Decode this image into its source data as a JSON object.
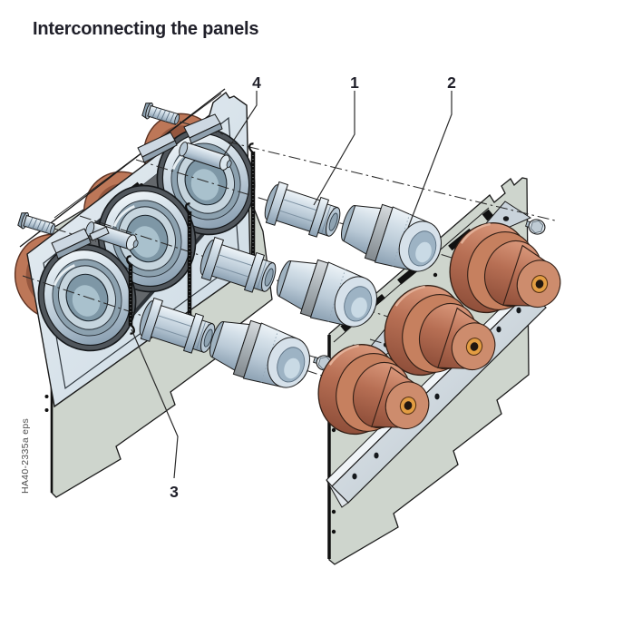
{
  "page": {
    "background": "#ffffff"
  },
  "header": {
    "title": "Interconnecting the panels"
  },
  "figure": {
    "code_label": "HA40-2335a eps",
    "callouts": [
      {
        "label": "1"
      },
      {
        "label": "2"
      },
      {
        "label": "3"
      },
      {
        "label": "4"
      }
    ],
    "colors": {
      "outline": "#1b1b1b",
      "panel_plate_blue": "#dce7ef",
      "wall_gray_green": "#ced5cd",
      "metal_light_blue": "#c9d6e2",
      "collar_gray": "#9aa2a8",
      "bushing_brown": "#b5735a",
      "bushing_center_orange": "#e39d42",
      "copper_ring": "#bd7758",
      "web_dark_gray": "#63676b",
      "title_text": "#20202a",
      "code_text": "#4c4c4c",
      "centerline": "#2b2b2b"
    }
  }
}
